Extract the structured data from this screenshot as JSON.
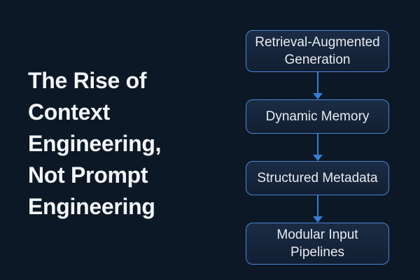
{
  "theme": {
    "background": "#0c1825",
    "box_fill_top": "#1a2c44",
    "box_fill_bottom": "#121f33",
    "box_border_blue": "#4b86d6",
    "arrow_blue": "#3b7cd4",
    "headline_color": "#f3f5f7",
    "node_text_color": "#e9ebee"
  },
  "headline": {
    "text": "The Rise of\nContext\nEngineering,\nNot Prompt\nEngineering"
  },
  "flowchart": {
    "direction": "top-to-bottom",
    "nodes": [
      {
        "label": "Retrieval-Augmented\nGeneration"
      },
      {
        "label": "Dynamic Memory"
      },
      {
        "label": "Structured Metadata"
      },
      {
        "label": "Modular Input Pipelines"
      }
    ]
  }
}
